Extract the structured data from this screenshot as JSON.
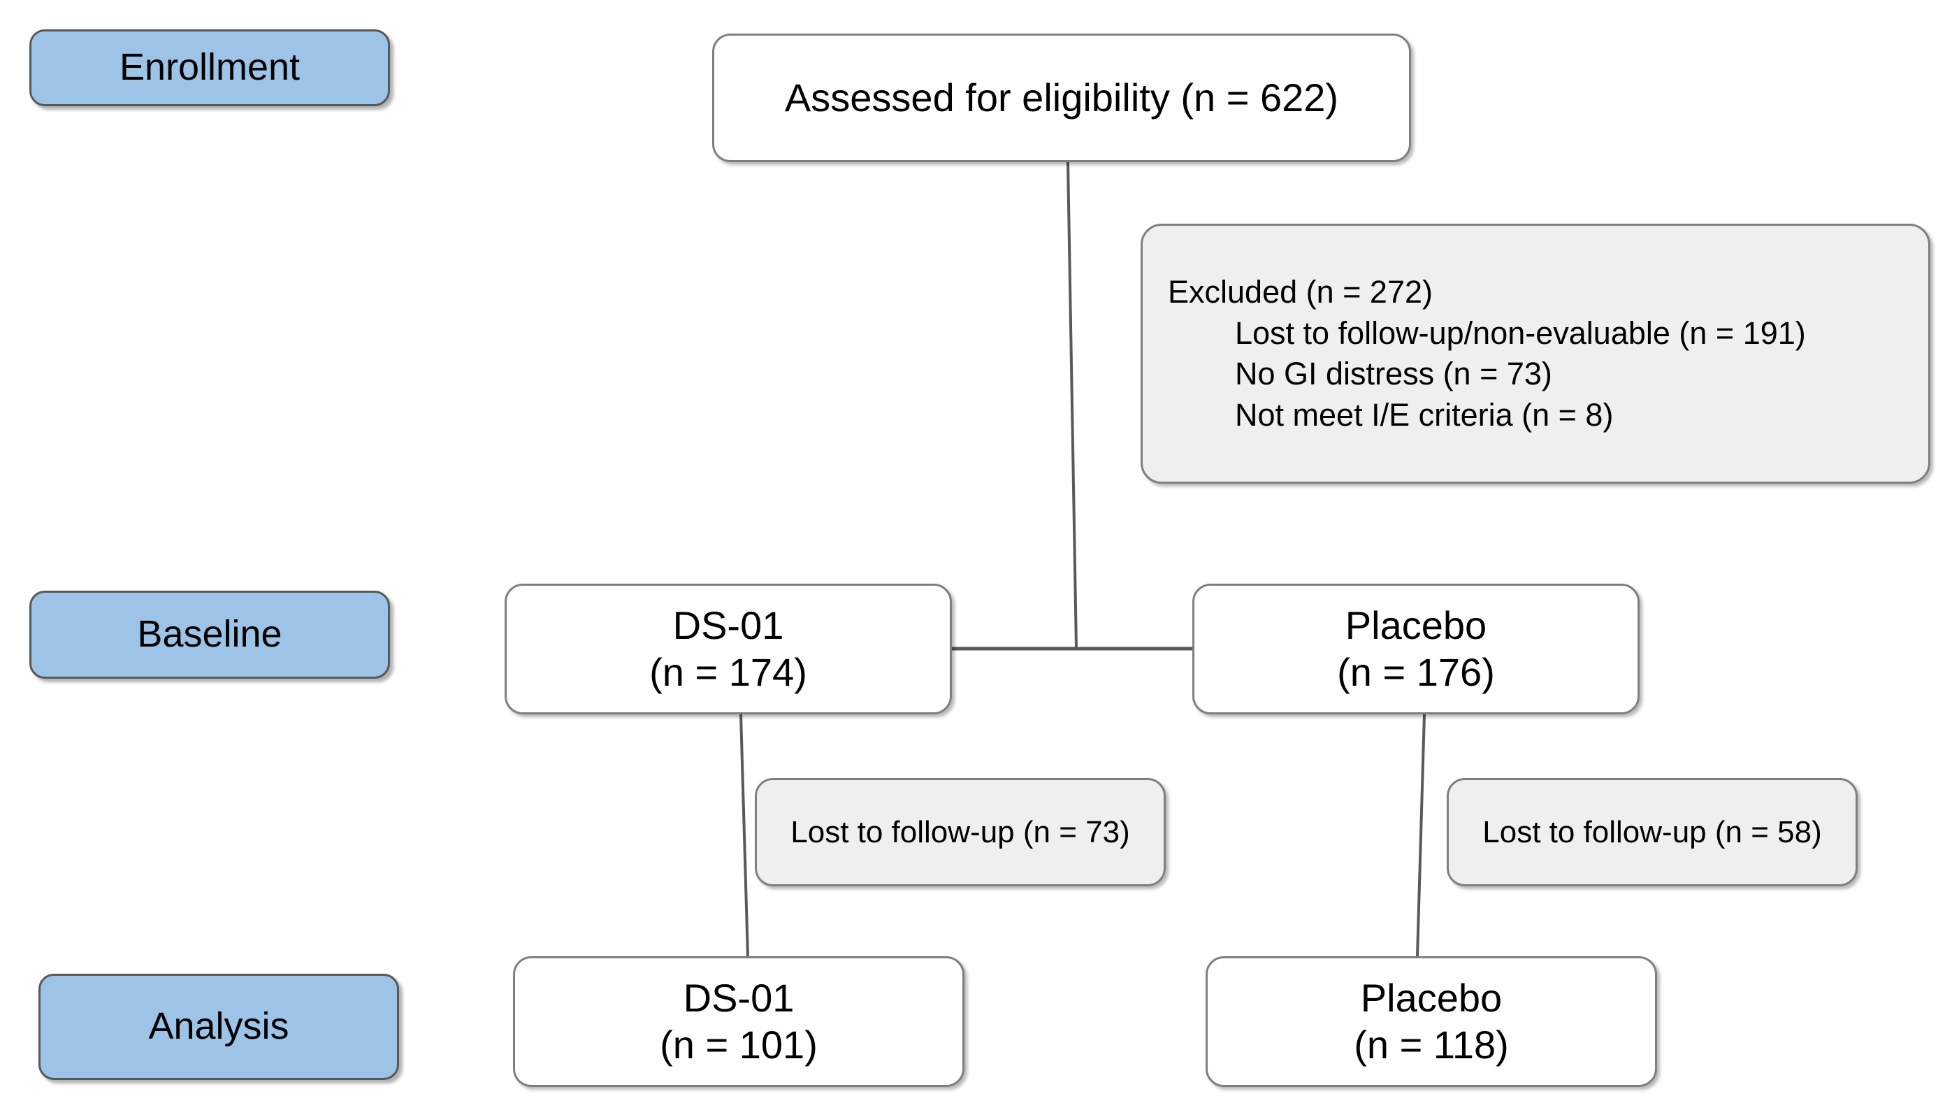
{
  "diagram": {
    "type": "consort-flow-diagram",
    "stages": [
      {
        "id": "enrollment",
        "label": "Enrollment"
      },
      {
        "id": "baseline",
        "label": "Baseline"
      },
      {
        "id": "analysis",
        "label": "Analysis"
      }
    ],
    "colors": {
      "stage_fill": "#9dc3e6",
      "stage_border": "#585858",
      "node_fill": "#ffffff",
      "node_border": "#7f7f7f",
      "secondary_fill": "#efefef",
      "connector": "#595959",
      "text": "#000000",
      "background": "#ffffff"
    },
    "nodes": {
      "assessed": {
        "label": "Assessed for eligibility (n = 622)",
        "n": 622
      },
      "excluded": {
        "heading": "Excluded (n = 272)",
        "n": 272,
        "reasons": [
          {
            "label": "Lost to follow-up/non-evaluable (n = 191)",
            "n": 191
          },
          {
            "label": "No GI distress (n = 73)",
            "n": 73
          },
          {
            "label": "Not meet I/E criteria (n = 8)",
            "n": 8
          }
        ]
      },
      "baseline_ds01": {
        "name": "DS-01",
        "count": "(n = 174)",
        "n": 174
      },
      "baseline_placebo": {
        "name": "Placebo",
        "count": "(n = 176)",
        "n": 176
      },
      "lost_ds01": {
        "label": "Lost to follow-up (n = 73)",
        "n": 73
      },
      "lost_placebo": {
        "label": "Lost to follow-up (n = 58)",
        "n": 58
      },
      "analysis_ds01": {
        "name": "DS-01",
        "count": "(n = 101)",
        "n": 101
      },
      "analysis_placebo": {
        "name": "Placebo",
        "count": "(n = 118)",
        "n": 118
      }
    }
  }
}
